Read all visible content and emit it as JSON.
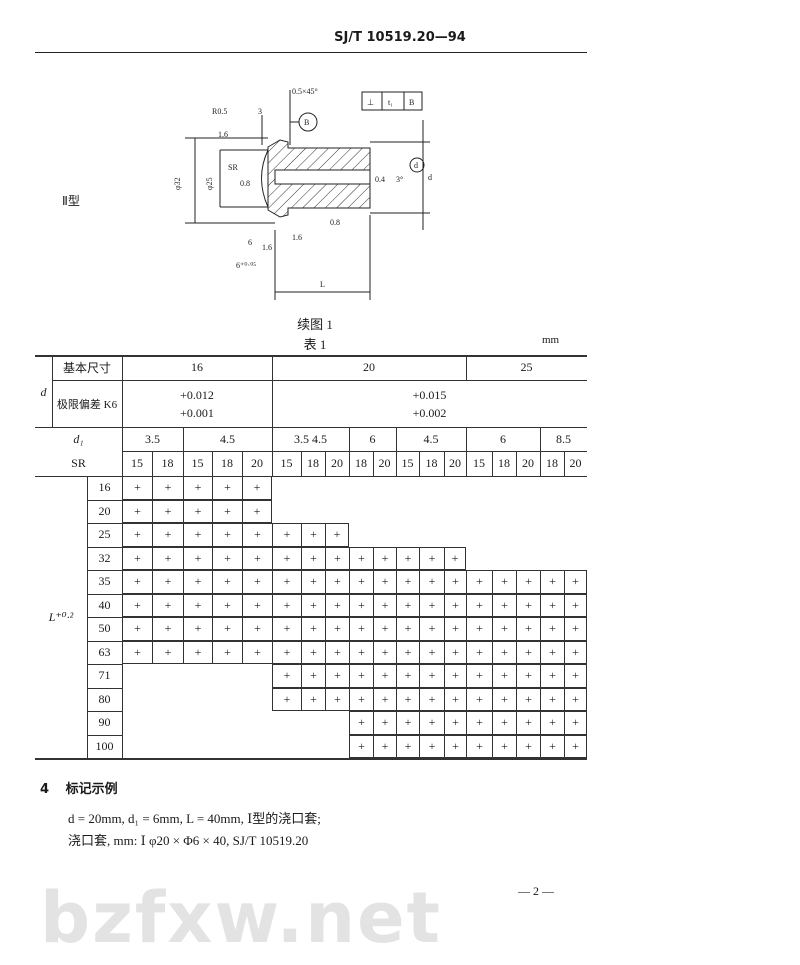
{
  "header": {
    "standard": "SJ/T 10519.20—94"
  },
  "figure": {
    "type_label": "Ⅱ型",
    "caption": "续图 1",
    "watermark": "bzfxw.net",
    "dims": {
      "chamfer": "0.5×45°",
      "radius": "R0.5",
      "dim3": "3",
      "datum": "B",
      "rough16": "1.6",
      "dia32": "φ32",
      "dia25": "φ25",
      "sr": "SR",
      "rough08a": "0.8",
      "rough04": "0.4",
      "angle": "3°",
      "d": "d",
      "rough08b": "0.8",
      "rough16b": "1.6",
      "rough16c": "1.6",
      "dim6": "6",
      "dim6tol": "6⁺⁰·⁰⁵",
      "L": "L",
      "tol_symbol": "⊥",
      "tol_value": "t₁",
      "tol_datum": "B",
      "circle_d": "d"
    }
  },
  "table": {
    "title": "表 1",
    "unit": "mm",
    "d_label": "d",
    "basic_size_label": "基本尺寸",
    "tolerance_label": "极限偏差 K6",
    "d_values": [
      "16",
      "20",
      "25"
    ],
    "tolerances": [
      [
        "+0.012",
        "+0.001"
      ],
      [
        "+0.015",
        "+0.002"
      ]
    ],
    "d1_label": "d₁",
    "sr_label": "SR",
    "d1_groups": [
      "3.5",
      "4.5",
      "3.5  4.5",
      "6",
      "4.5",
      "6",
      "8.5"
    ],
    "sr_values": [
      "15",
      "18",
      "15",
      "18",
      "20",
      "15",
      "18",
      "20",
      "18",
      "20",
      "15",
      "18",
      "20",
      "15",
      "18",
      "20",
      "18",
      "20"
    ],
    "L_label": "L⁺⁰·²",
    "rows": [
      {
        "L": "16",
        "cells": [
          "+",
          "+",
          "+",
          "+",
          "+",
          "",
          "",
          "",
          "",
          "",
          "",
          "",
          "",
          "",
          "",
          "",
          "",
          ""
        ]
      },
      {
        "L": "20",
        "cells": [
          "+",
          "+",
          "+",
          "+",
          "+",
          "",
          "",
          "",
          "",
          "",
          "",
          "",
          "",
          "",
          "",
          "",
          "",
          ""
        ]
      },
      {
        "L": "25",
        "cells": [
          "+",
          "+",
          "+",
          "+",
          "+",
          "+",
          "+",
          "+",
          "",
          "",
          "",
          "",
          "",
          "",
          "",
          "",
          "",
          ""
        ]
      },
      {
        "L": "32",
        "cells": [
          "+",
          "+",
          "+",
          "+",
          "+",
          "+",
          "+",
          "+",
          "+",
          "+",
          "+",
          "+",
          "+",
          "",
          "",
          "",
          "",
          ""
        ]
      },
      {
        "L": "35",
        "cells": [
          "+",
          "+",
          "+",
          "+",
          "+",
          "+",
          "+",
          "+",
          "+",
          "+",
          "+",
          "+",
          "+",
          "+",
          "+",
          "+",
          "+",
          "+"
        ]
      },
      {
        "L": "40",
        "cells": [
          "+",
          "+",
          "+",
          "+",
          "+",
          "+",
          "+",
          "+",
          "+",
          "+",
          "+",
          "+",
          "+",
          "+",
          "+",
          "+",
          "+",
          "+"
        ]
      },
      {
        "L": "50",
        "cells": [
          "+",
          "+",
          "+",
          "+",
          "+",
          "+",
          "+",
          "+",
          "+",
          "+",
          "+",
          "+",
          "+",
          "+",
          "+",
          "+",
          "+",
          "+"
        ]
      },
      {
        "L": "63",
        "cells": [
          "+",
          "+",
          "+",
          "+",
          "+",
          "+",
          "+",
          "+",
          "+",
          "+",
          "+",
          "+",
          "+",
          "+",
          "+",
          "+",
          "+",
          "+"
        ]
      },
      {
        "L": "71",
        "cells": [
          "",
          "",
          "",
          "",
          "",
          "+",
          "+",
          "+",
          "+",
          "+",
          "+",
          "+",
          "+",
          "+",
          "+",
          "+",
          "+",
          "+"
        ]
      },
      {
        "L": "80",
        "cells": [
          "",
          "",
          "",
          "",
          "",
          "+",
          "+",
          "+",
          "+",
          "+",
          "+",
          "+",
          "+",
          "+",
          "+",
          "+",
          "+",
          "+"
        ]
      },
      {
        "L": "90",
        "cells": [
          "",
          "",
          "",
          "",
          "",
          "",
          "",
          "",
          "+",
          "+",
          "+",
          "+",
          "+",
          "+",
          "+",
          "+",
          "+",
          "+"
        ]
      },
      {
        "L": "100",
        "cells": [
          "",
          "",
          "",
          "",
          "",
          "",
          "",
          "",
          "+",
          "+",
          "+",
          "+",
          "+",
          "+",
          "+",
          "+",
          "+",
          "+"
        ]
      }
    ]
  },
  "section4": {
    "heading_num": "4",
    "heading": "标记示例",
    "line1": "d = 20mm, d₁ = 6mm, L = 40mm, Ⅰ型的浇口套;",
    "line2": "浇口套, mm: Ⅰ φ20 × Φ6 × 40, SJ/T 10519.20"
  },
  "footer": {
    "page": "— 2 —"
  }
}
